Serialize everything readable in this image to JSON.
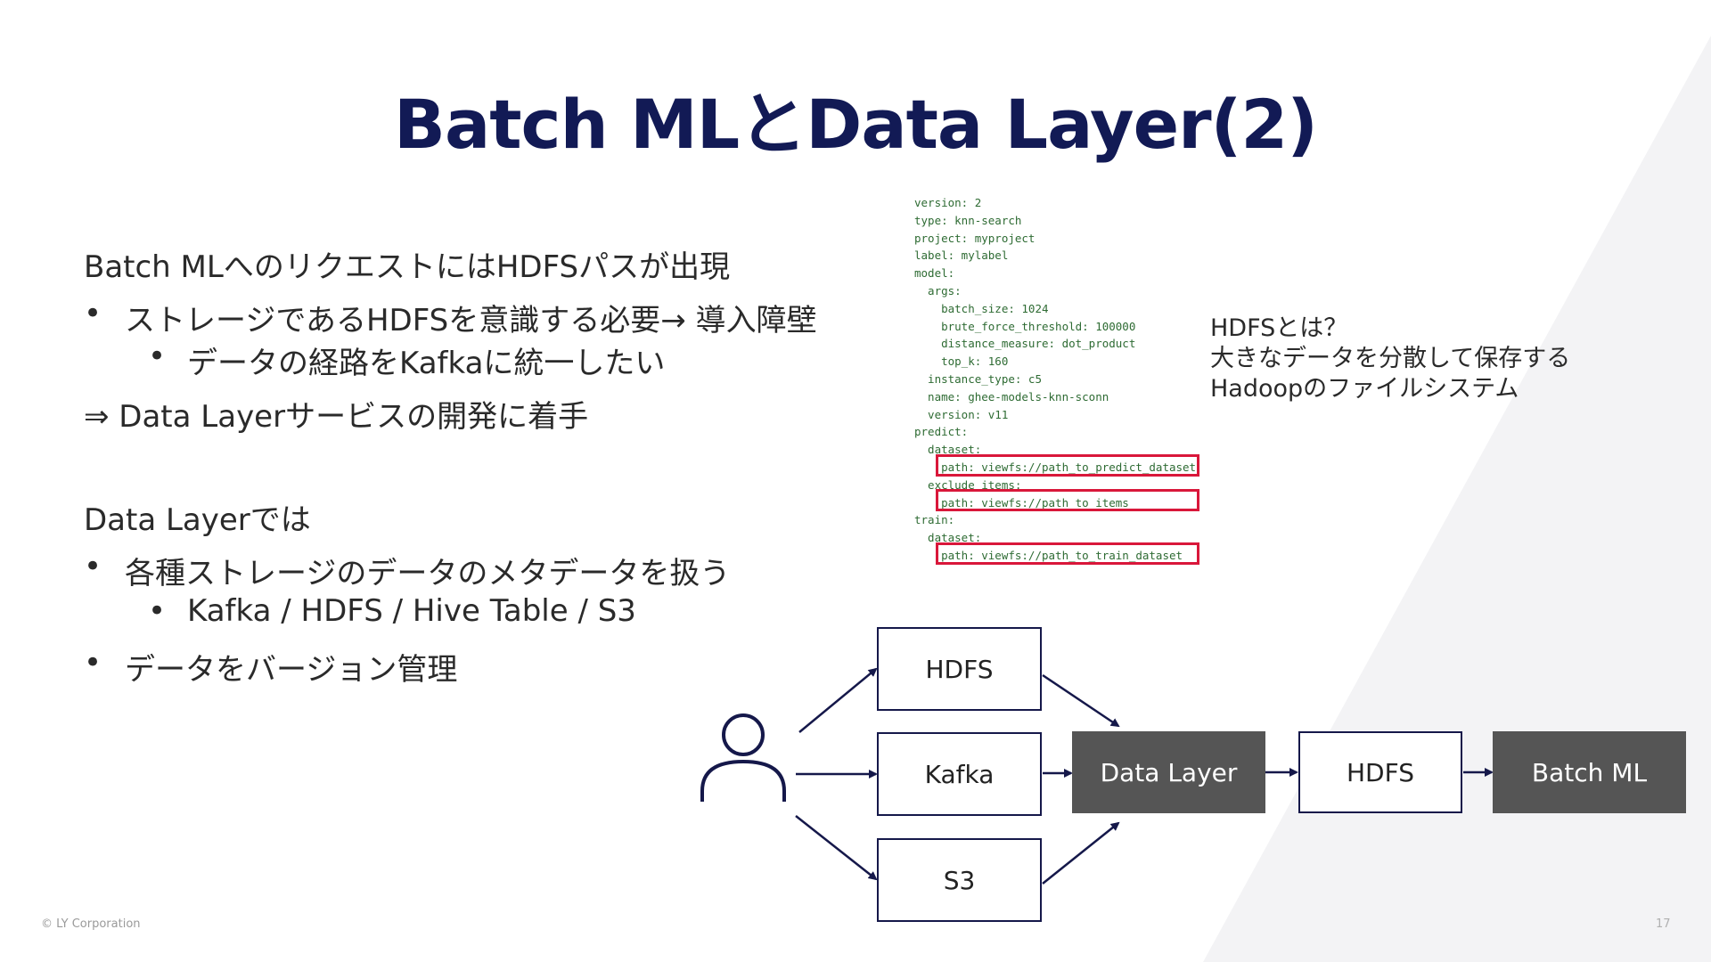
{
  "slide": {
    "title": "Batch MLとData Layer(2)",
    "footer": "© LY Corporation",
    "page_number": "17"
  },
  "left": {
    "heading1": "Batch MLへのリクエストにはHDFSパスが出現",
    "bullet1": "ストレージであるHDFSを意識する必要→ 導入障壁",
    "bullet1_sub": "データの経路をKafkaに統一したい",
    "conclusion": "⇒ Data Layerサービスの開発に着手",
    "heading2": "Data Layerでは",
    "bullet2": "各種ストレージのデータのメタデータを扱う",
    "bullet2_sub": "Kafka / HDFS / Hive Table / S3",
    "bullet3": "データをバージョン管理",
    "bullet_symbol": "•"
  },
  "config_yaml": [
    "version: 2",
    "type: knn-search",
    "project: myproject",
    "label: mylabel",
    "model:",
    "  args:",
    "    batch_size: 1024",
    "    brute_force_threshold: 100000",
    "    distance_measure: dot_product",
    "    top_k: 160",
    "  instance_type: c5",
    "  name: ghee-models-knn-sconn",
    "  version: v11",
    "predict:",
    "  dataset:",
    "    path: viewfs://path_to_predict_dataset",
    "  exclude_items:",
    "    path: viewfs://path_to_items",
    "train:",
    "  dataset:",
    "    path: viewfs://path_to_train_dataset"
  ],
  "note": {
    "line1": "HDFSとは？",
    "line2": "大きなデータを分散して保存する",
    "line3": "Hadoopのファイルシステム"
  },
  "diagram": {
    "user_icon": "user-icon",
    "source_hdfs": "HDFS",
    "source_kafka": "Kafka",
    "source_s3": "S3",
    "data_layer": "Data Layer",
    "hdfs": "HDFS",
    "batch_ml": "Batch ML",
    "dark_box_color": "#555555",
    "line_color": "#15184a"
  },
  "colors": {
    "title": "#121a55",
    "highlight": "#d9173a",
    "code": "#2e6b33"
  }
}
